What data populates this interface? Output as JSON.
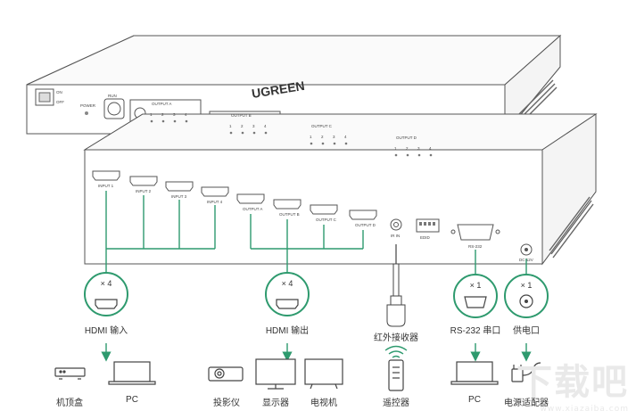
{
  "brand": "UGREEN",
  "front_panel": {
    "switch_on": "ON",
    "switch_off": "OFF",
    "power": "POWER",
    "run": "RUN",
    "outputs": [
      "OUTPUT A",
      "OUTPUT B",
      "OUTPUT C",
      "OUTPUT D"
    ],
    "channel_numbers": [
      "1",
      "2",
      "3",
      "4"
    ]
  },
  "rear_panel": {
    "inputs": [
      "INPUT 1",
      "INPUT 2",
      "INPUT 3",
      "INPUT 4"
    ],
    "outputs": [
      "OUTPUT A",
      "OUTPUT B",
      "OUTPUT C",
      "OUTPUT D"
    ],
    "ir_in": "IR IN",
    "edid": "EDID",
    "rs232": "RS-232",
    "power": "DC 12V"
  },
  "badges": {
    "hdmi_in": {
      "count": "× 4",
      "caption": "HDMI 输入"
    },
    "hdmi_out": {
      "count": "× 4",
      "caption": "HDMI 输出"
    },
    "rs232": {
      "count": "× 1",
      "caption": "RS-232 串口"
    },
    "power": {
      "count": "× 1",
      "caption": "供电口"
    }
  },
  "ir_receiver": "红外接收器",
  "devices": {
    "settop": "机顶盒",
    "pc1": "PC",
    "projector": "投影仪",
    "monitor": "显示器",
    "tv": "电视机",
    "remote": "遥控器",
    "pc2": "PC",
    "adapter": "电源适配器"
  },
  "colors": {
    "accent": "#2e9a6e",
    "line": "#555555",
    "body": "#ffffff"
  },
  "watermark": {
    "main": "下载吧",
    "sub": "www.xiazaiba.com"
  }
}
